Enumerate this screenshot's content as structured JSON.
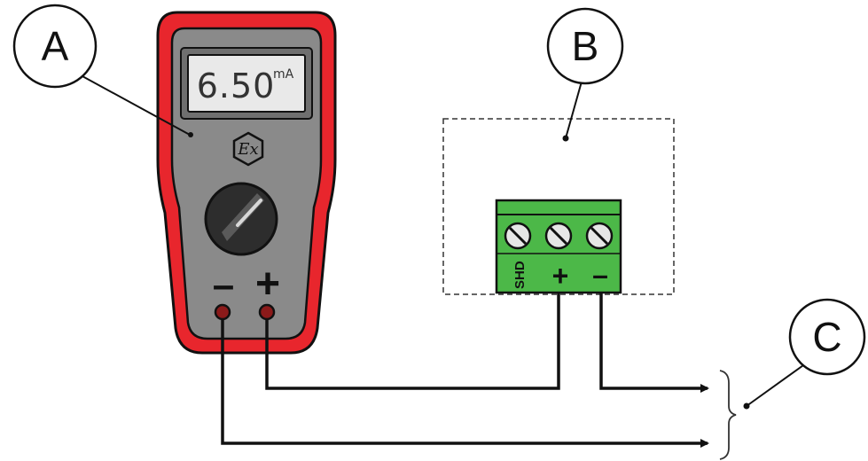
{
  "callouts": {
    "a": "A",
    "b": "B",
    "c": "C"
  },
  "meter": {
    "display_value": "6.50",
    "display_unit": "mA",
    "ex_mark": "Ex",
    "minus_sign": "–",
    "plus_sign": "+",
    "body_color": "#e8262d",
    "panel_color": "#8a8a8a"
  },
  "terminal": {
    "shd_label": "SHD",
    "plus_label": "+",
    "minus_label": "–",
    "block_color": "#4cb848"
  }
}
